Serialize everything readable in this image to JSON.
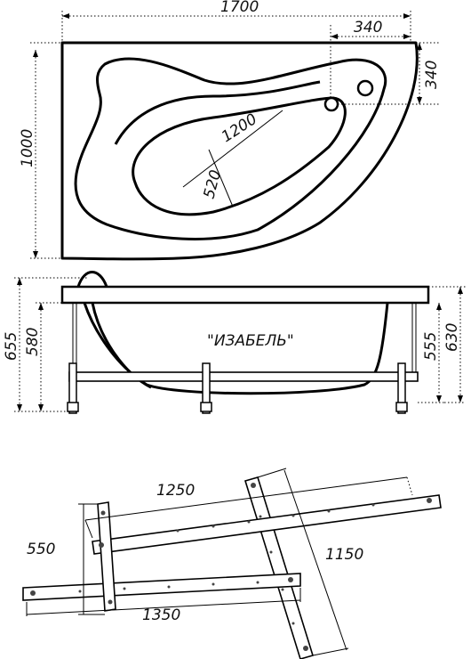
{
  "top_view": {
    "length_label": "1700",
    "width_label": "1000",
    "drain_offset_x_label": "340",
    "drain_offset_y_label": "340",
    "inner_length_label": "1200",
    "inner_width_label": "520"
  },
  "side_view": {
    "model_name": "\"ИЗАБЕЛЬ\"",
    "height_left_outer_label": "655",
    "height_left_inner_label": "580",
    "height_right_inner_label": "555",
    "height_right_outer_label": "630"
  },
  "frame_view": {
    "top_bar_label": "1250",
    "bottom_bar_label": "1350",
    "left_span_label": "550",
    "diagonal_bar_label": "1150"
  }
}
